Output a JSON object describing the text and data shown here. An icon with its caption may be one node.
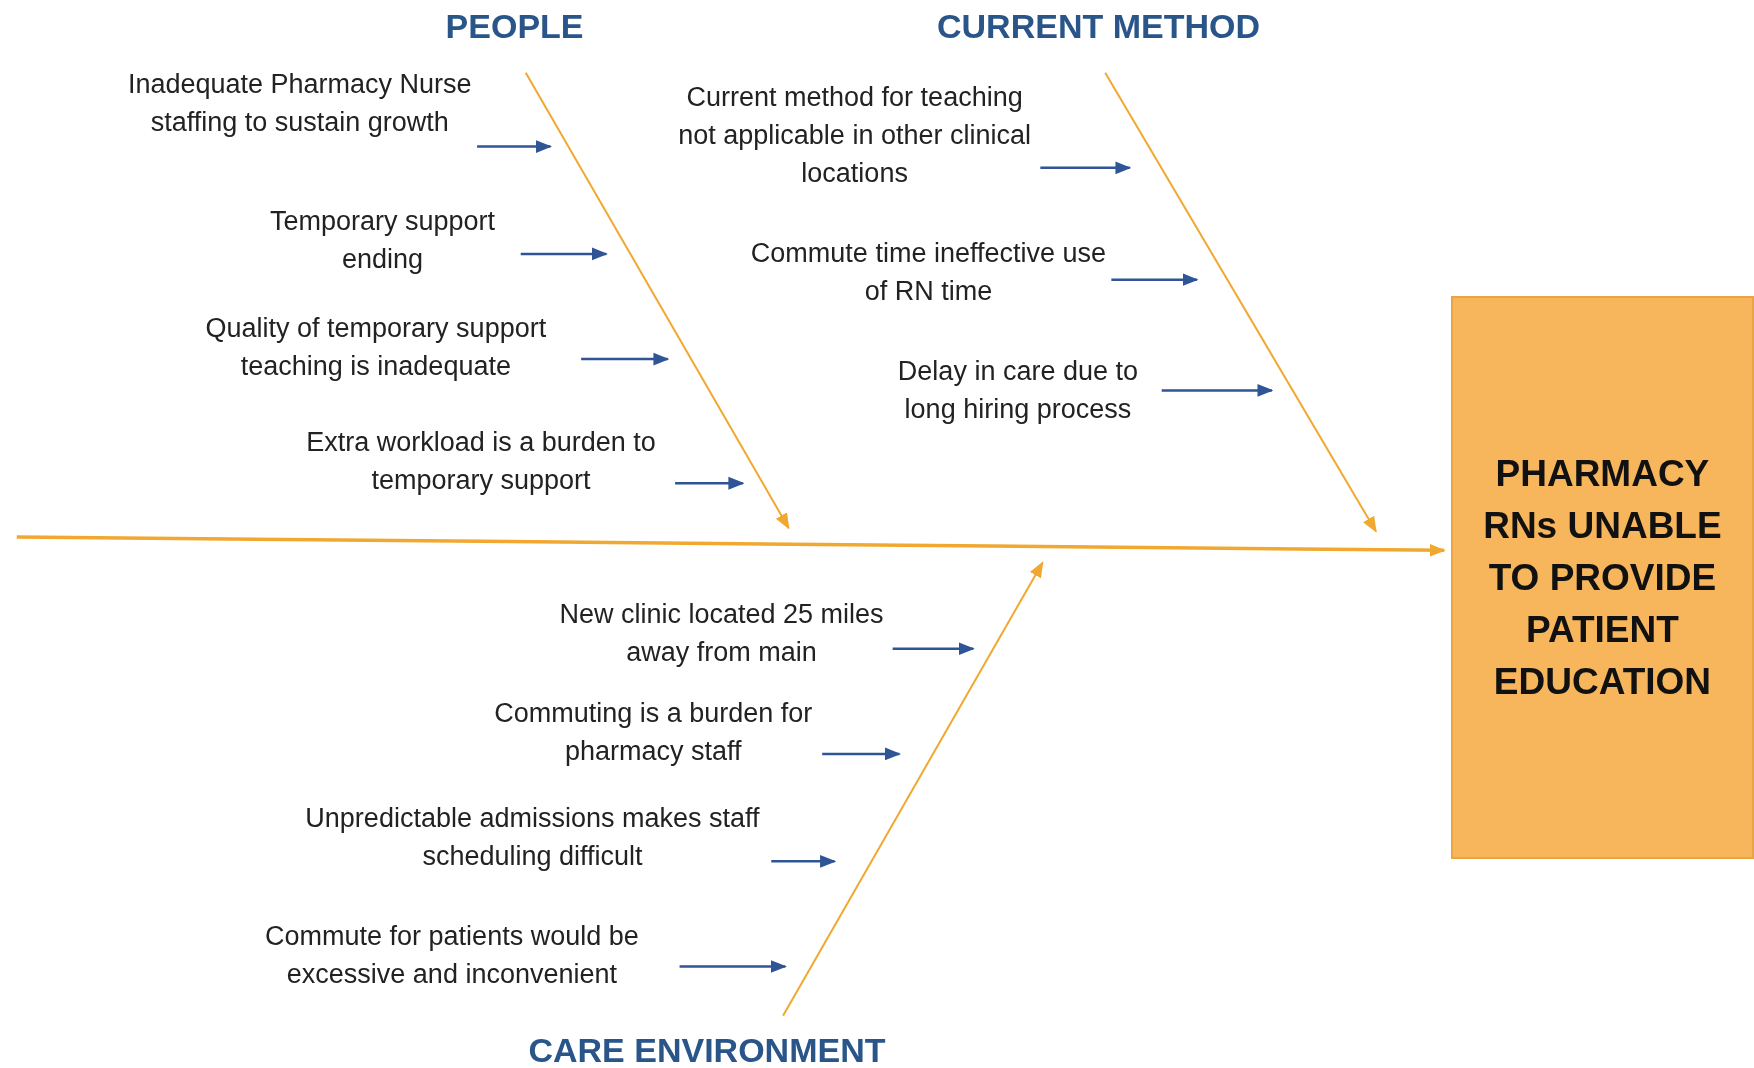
{
  "diagram": {
    "nodes": [
      {
        "text": [
          "PEOPLE"
        ]
      },
      {
        "text": [
          "CURRENT METHOD"
        ]
      },
      {
        "text": [
          "CARE ENVIRONMENT"
        ]
      },
      {
        "text": [
          "PHARMACY RNs UNABLE TO PROVIDE PATIENT EDUCATION"
        ]
      },
      {
        "text": [
          "Inadequate Pharmacy Nurse staffing to sustain growth"
        ]
      },
      {
        "text": [
          "Temporary support ending"
        ]
      },
      {
        "text": [
          "Quality of temporary support teaching is inadequate"
        ]
      },
      {
        "text": [
          "Extra workload is a burden to temporary support"
        ]
      },
      {
        "text": [
          "Current method for teaching not applicable in other clinical locations"
        ]
      },
      {
        "text": [
          "Commute time ineffective use of RN time"
        ]
      },
      {
        "text": [
          "Delay in care due to long hiring process"
        ]
      },
      {
        "text": [
          "New clinic located 25 miles away from main"
        ]
      },
      {
        "text": [
          "Commuting is a burden for pharmacy staff"
        ]
      },
      {
        "text": [
          "Unpredictable admissions makes staff scheduling difficult"
        ]
      },
      {
        "text": [
          "Commute for patients would be excessive and inconvenient"
        ]
      }
    ],
    "edges": [
      {
        "from": null,
        "to": 3,
        "arrow": "to",
        "color": "#f0a830"
      },
      {
        "from": 0,
        "to": null,
        "arrow": "to",
        "color": "#f0a830"
      },
      {
        "from": 1,
        "to": null,
        "arrow": "to",
        "color": "#f0a830"
      },
      {
        "from": 2,
        "to": null,
        "arrow": "to",
        "color": "#f0a830"
      },
      {
        "from": 4,
        "to": null,
        "arrow": "to"
      },
      {
        "from": 5,
        "to": null,
        "arrow": "to"
      },
      {
        "from": 6,
        "to": null,
        "arrow": "to"
      },
      {
        "from": 7,
        "to": null,
        "arrow": "to"
      },
      {
        "from": 8,
        "to": null,
        "arrow": "to"
      },
      {
        "from": 9,
        "to": null,
        "arrow": "to"
      },
      {
        "from": 10,
        "to": null,
        "arrow": "to"
      },
      {
        "from": 11,
        "to": null,
        "arrow": "to"
      },
      {
        "from": 12,
        "to": null,
        "arrow": "to"
      },
      {
        "from": 13,
        "to": null,
        "arrow": "to"
      },
      {
        "from": 14,
        "to": null,
        "arrow": "to"
      }
    ]
  }
}
